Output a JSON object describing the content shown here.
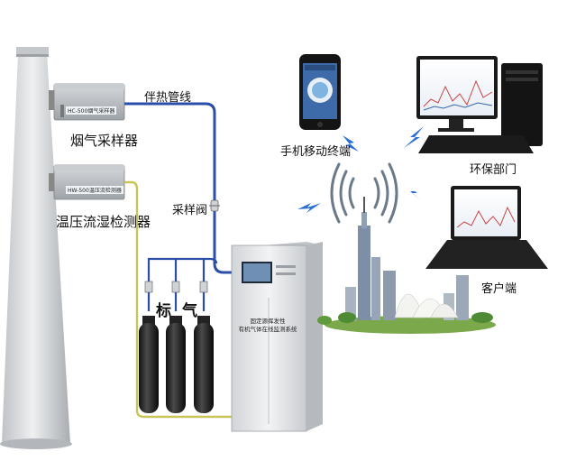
{
  "labels": {
    "heat_trace_line": "伴热管线",
    "flue_sampler": "烟气采样器",
    "sampler_device_tag": "HC-500烟气采样器",
    "thp_detector": "温压流湿检测器",
    "detector_device_tag": "HW-500温压流检测器",
    "sampling_valve": "采样阀",
    "standard_gas_left": "标",
    "standard_gas_right": "气",
    "mobile_terminal": "手机移动终端",
    "env_department": "环保部门",
    "client": "客户端",
    "cabinet_line1": "固定源挥发性",
    "cabinet_line2": "有机气体在线监测系统"
  },
  "colors": {
    "heat_line": "#2b4fa8",
    "signal_line": "#c9c45a",
    "chimney": "#d9dcdf",
    "cabinet": "#e9ebee"
  }
}
